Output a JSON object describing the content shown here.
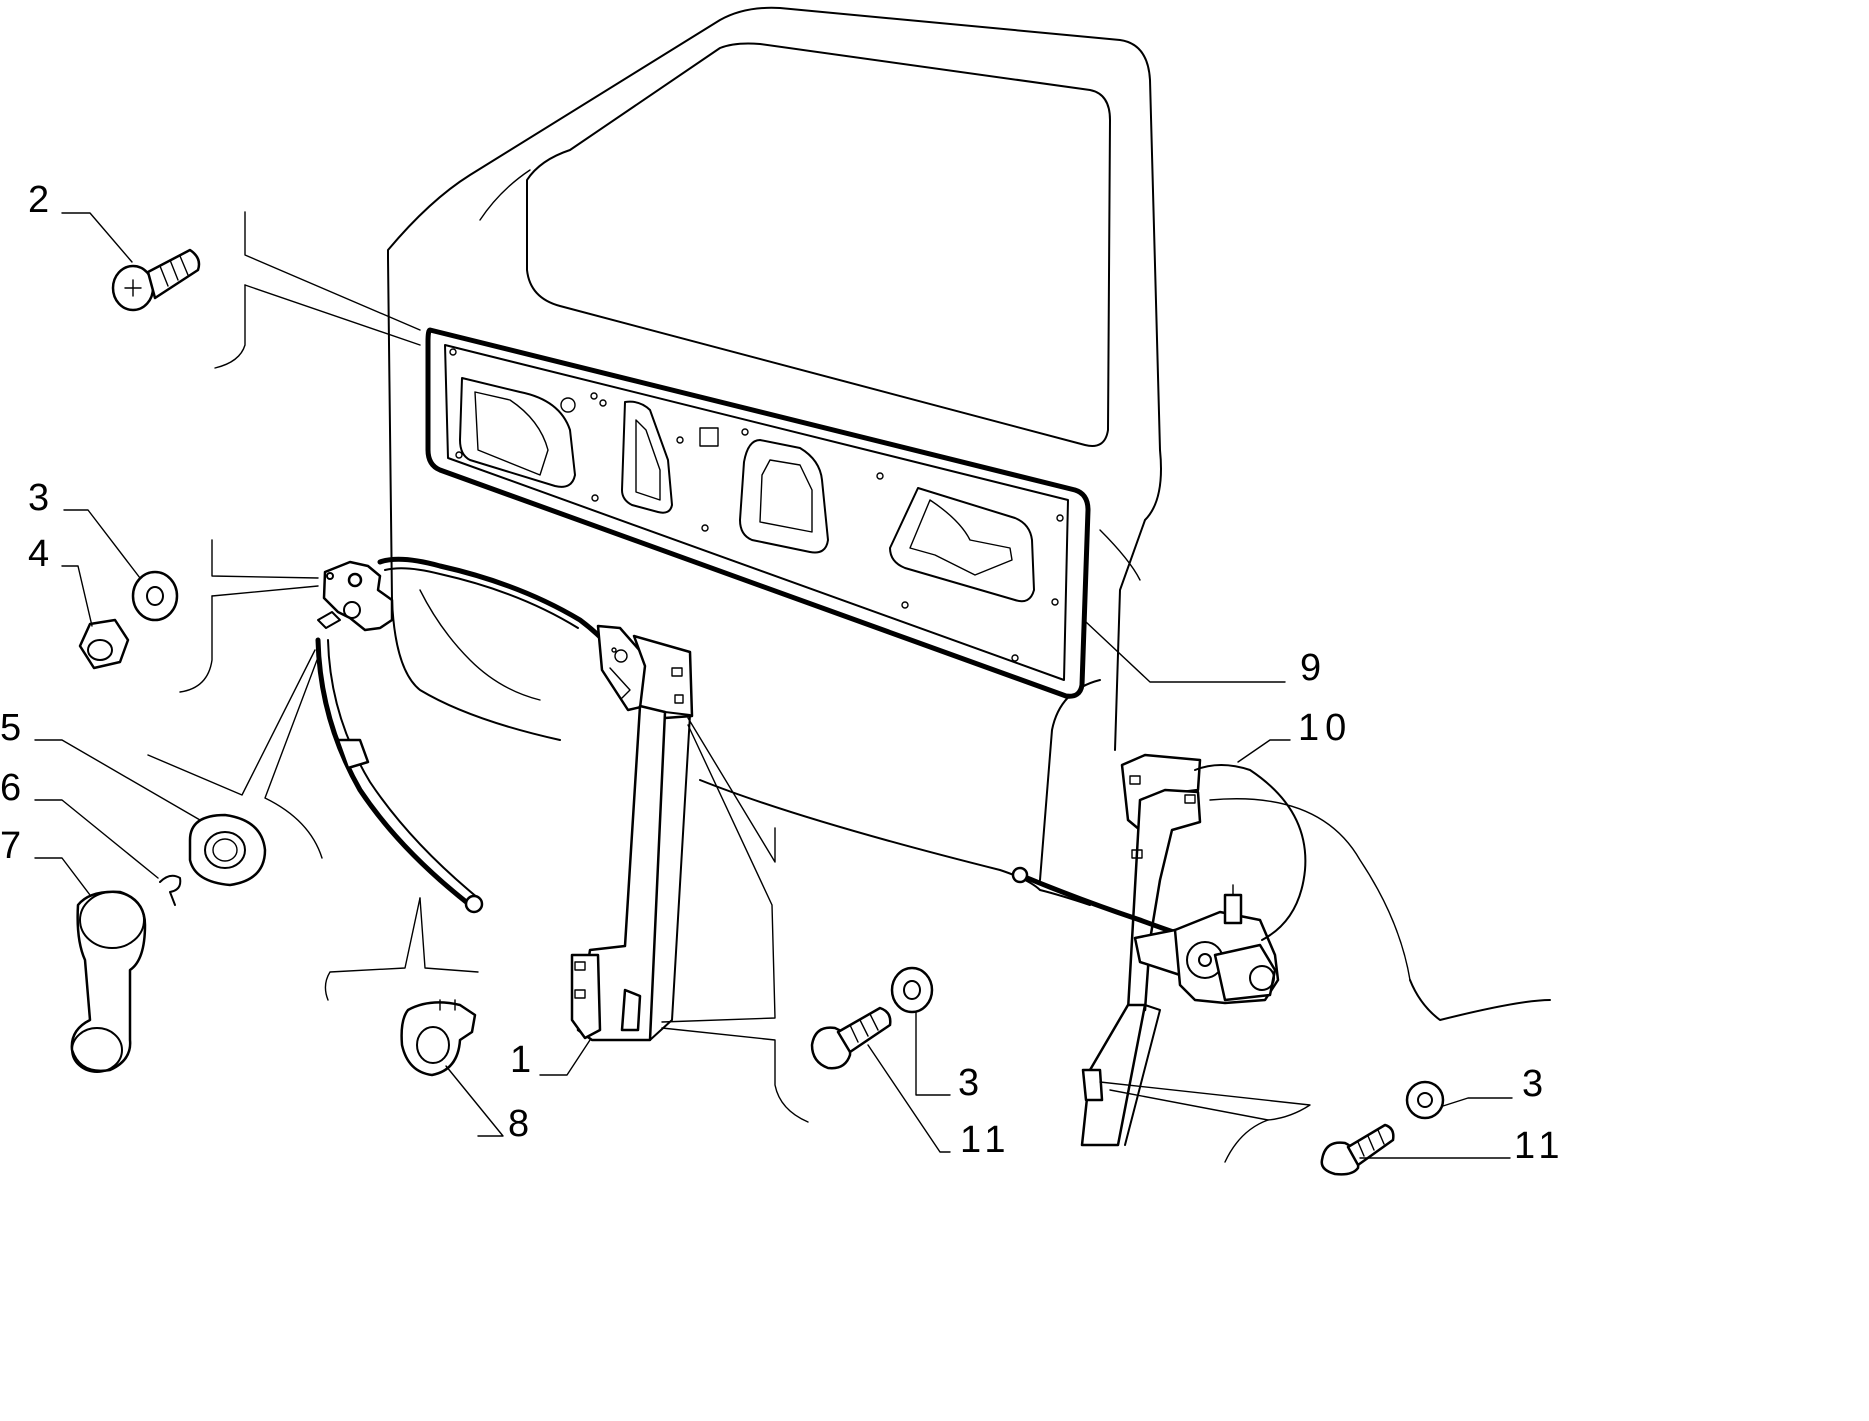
{
  "callouts": {
    "c1": "1",
    "c2": "2",
    "c3a": "3",
    "c3b": "3",
    "c3c": "3",
    "c4": "4",
    "c5": "5",
    "c6": "6",
    "c7": "7",
    "c8": "8",
    "c9": "9",
    "c10": "10",
    "c11a": "11",
    "c11b": "11"
  }
}
